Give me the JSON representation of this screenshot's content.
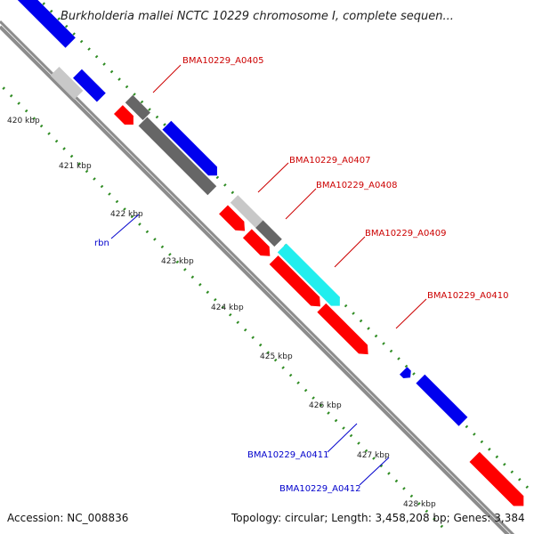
{
  "title": "Burkholderia mallei NCTC 10229 chromosome I, complete sequen...",
  "footer": {
    "accession": "Accession: NC_008836",
    "topology": "Topology: circular; Length: 3,458,208 bp; Genes: 3,384"
  },
  "colors": {
    "backbone": "#8c8c8c",
    "tick": "#2e8b22",
    "blue": "#0000ee",
    "red": "#ff0000",
    "cyan": "#22eeee",
    "darkgray": "#666666",
    "lightgray": "#c8c8c8",
    "red_label": "#cc0000",
    "blue_label": "#0000cc"
  },
  "kbp_labels": [
    "420 kbp",
    "421 kbp",
    "422 kbp",
    "423 kbp",
    "424 kbp",
    "425 kbp",
    "426 kbp",
    "427 kbp",
    "428 kbp"
  ],
  "gene_labels": {
    "a0405": "BMA10229_A0405",
    "a0407": "BMA10229_A0407",
    "a0408": "BMA10229_A0408",
    "a0409": "BMA10229_A0409",
    "a0410": "BMA10229_A0410",
    "a0411": "BMA10229_A0411",
    "a0412": "BMA10229_A0412",
    "rbn": "rbn"
  }
}
